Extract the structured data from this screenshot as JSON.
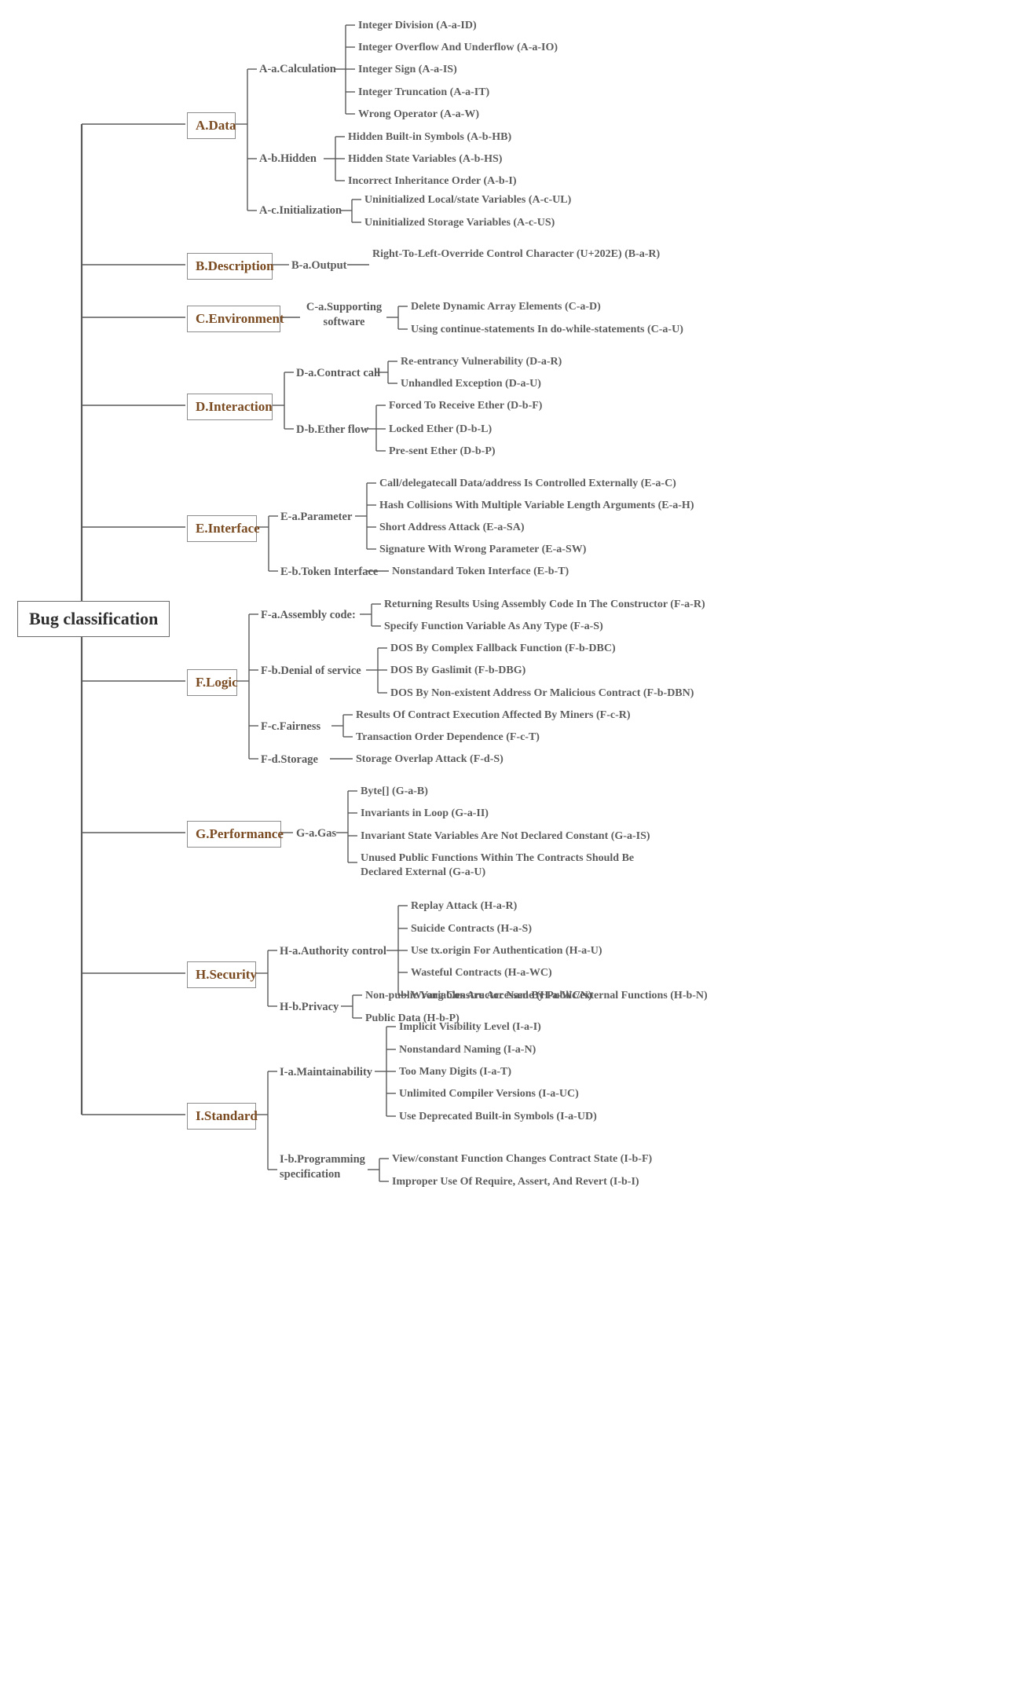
{
  "diagram": {
    "type": "mind-map",
    "title": "Bug classification",
    "root": {
      "label": "Bug classification"
    },
    "branches": [
      {
        "id": "A",
        "label": "A.Data",
        "children": [
          {
            "id": "A-a",
            "label": "A-a.Calculation",
            "leaves": [
              {
                "label": "Integer Division (A-a-ID)"
              },
              {
                "label": "Integer Overflow And Underflow (A-a-IO)"
              },
              {
                "label": "Integer Sign (A-a-IS)"
              },
              {
                "label": "Integer Truncation (A-a-IT)"
              },
              {
                "label": "Wrong Operator (A-a-W)"
              }
            ]
          },
          {
            "id": "A-b",
            "label": "A-b.Hidden",
            "leaves": [
              {
                "label": "Hidden Built-in Symbols (A-b-HB)"
              },
              {
                "label": "Hidden State Variables (A-b-HS)"
              },
              {
                "label": "Incorrect Inheritance Order (A-b-I)"
              }
            ]
          },
          {
            "id": "A-c",
            "label": "A-c.Initialization",
            "leaves": [
              {
                "label": "Uninitialized Local/state Variables (A-c-UL)"
              },
              {
                "label": "Uninitialized Storage Variables (A-c-US)"
              }
            ]
          }
        ]
      },
      {
        "id": "B",
        "label": "B.Description",
        "children": [
          {
            "id": "B-a",
            "label": "B-a.Output",
            "leaves": [
              {
                "label": "Right-To-Left-Override Control Character (U+202E) (B-a-R)"
              }
            ]
          }
        ]
      },
      {
        "id": "C",
        "label": "C.Environment",
        "children": [
          {
            "id": "C-a",
            "label": "C-a.Supporting software",
            "leaves": [
              {
                "label": "Delete Dynamic Array Elements (C-a-D)"
              },
              {
                "label": "Using continue-statements In do-while-statements (C-a-U)"
              }
            ]
          }
        ]
      },
      {
        "id": "D",
        "label": "D.Interaction",
        "children": [
          {
            "id": "D-a",
            "label": "D-a.Contract call",
            "leaves": [
              {
                "label": "Re-entrancy Vulnerability (D-a-R)"
              },
              {
                "label": "Unhandled Exception (D-a-U)"
              }
            ]
          },
          {
            "id": "D-b",
            "label": "D-b.Ether flow",
            "leaves": [
              {
                "label": "Forced To Receive Ether (D-b-F)"
              },
              {
                "label": "Locked Ether (D-b-L)"
              },
              {
                "label": "Pre-sent Ether (D-b-P)"
              }
            ]
          }
        ]
      },
      {
        "id": "E",
        "label": "E.Interface",
        "children": [
          {
            "id": "E-a",
            "label": "E-a.Parameter",
            "leaves": [
              {
                "label": "Call/delegatecall Data/address Is Controlled Externally (E-a-C)"
              },
              {
                "label": "Hash Collisions With Multiple Variable Length Arguments (E-a-H)"
              },
              {
                "label": "Short Address Attack (E-a-SA)"
              },
              {
                "label": "Signature With Wrong Parameter (E-a-SW)"
              }
            ]
          },
          {
            "id": "E-b",
            "label": "E-b.Token Interface",
            "leaves": [
              {
                "label": "Nonstandard Token Interface (E-b-T)"
              }
            ]
          }
        ]
      },
      {
        "id": "F",
        "label": "F.Logic",
        "children": [
          {
            "id": "F-a",
            "label": "F-a.Assembly code:",
            "leaves": [
              {
                "label": "Returning Results Using Assembly Code In The Constructor (F-a-R)"
              },
              {
                "label": "Specify Function Variable As Any Type (F-a-S)"
              }
            ]
          },
          {
            "id": "F-b",
            "label": "F-b.Denial of service",
            "leaves": [
              {
                "label": "DOS By Complex Fallback Function (F-b-DBC)"
              },
              {
                "label": "DOS By Gaslimit (F-b-DBG)"
              },
              {
                "label": "DOS By Non-existent Address Or Malicious Contract (F-b-DBN)"
              }
            ]
          },
          {
            "id": "F-c",
            "label": "F-c.Fairness",
            "leaves": [
              {
                "label": "Results Of Contract Execution Affected By Miners (F-c-R)"
              },
              {
                "label": "Transaction Order Dependence (F-c-T)"
              }
            ]
          },
          {
            "id": "F-d",
            "label": "F-d.Storage",
            "leaves": [
              {
                "label": "Storage Overlap Attack (F-d-S)"
              }
            ]
          }
        ]
      },
      {
        "id": "G",
        "label": "G.Performance",
        "children": [
          {
            "id": "G-a",
            "label": "G-a.Gas",
            "leaves": [
              {
                "label": "Byte[] (G-a-B)"
              },
              {
                "label": "Invariants in Loop (G-a-II)"
              },
              {
                "label": "Invariant State Variables Are Not Declared Constant (G-a-IS)"
              },
              {
                "label": "Unused Public Functions Within The Contracts Should Be Declared External (G-a-U)"
              }
            ]
          }
        ]
      },
      {
        "id": "H",
        "label": "H.Security",
        "children": [
          {
            "id": "H-a",
            "label": "H-a.Authority control",
            "leaves": [
              {
                "label": "Replay Attack (H-a-R)"
              },
              {
                "label": "Suicide Contracts (H-a-S)"
              },
              {
                "label": "Use tx.origin For Authentication (H-a-U)"
              },
              {
                "label": "Wasteful Contracts (H-a-WC)"
              },
              {
                "label": "Wrong Constructor Name (H-a-WCN)"
              }
            ]
          },
          {
            "id": "H-b",
            "label": "H-b.Privacy",
            "leaves": [
              {
                "label": "Non-public Variables Are Accessed By Public/external Functions (H-b-N)"
              },
              {
                "label": "Public Data (H-b-P)"
              }
            ]
          }
        ]
      },
      {
        "id": "I",
        "label": "I.Standard",
        "children": [
          {
            "id": "I-a",
            "label": "I-a.Maintainability",
            "leaves": [
              {
                "label": "Implicit Visibility Level (I-a-I)"
              },
              {
                "label": "Nonstandard Naming (I-a-N)"
              },
              {
                "label": "Too Many Digits (I-a-T)"
              },
              {
                "label": "Unlimited Compiler Versions (I-a-UC)"
              },
              {
                "label": "Use Deprecated Built-in Symbols (I-a-UD)"
              }
            ]
          },
          {
            "id": "I-b",
            "label": "I-b.Programming specification",
            "leaves": [
              {
                "label": "View/constant Function Changes Contract State (I-b-F)"
              },
              {
                "label": "Improper Use Of Require, Assert, And Revert (I-b-I)"
              }
            ]
          }
        ]
      }
    ],
    "colors": {
      "level1_text": "#7a4a21",
      "root_text": "#2f2f2f",
      "leaf_text": "#5d5d5d",
      "line": "#5a5a5a",
      "background": "#ffffff"
    }
  }
}
